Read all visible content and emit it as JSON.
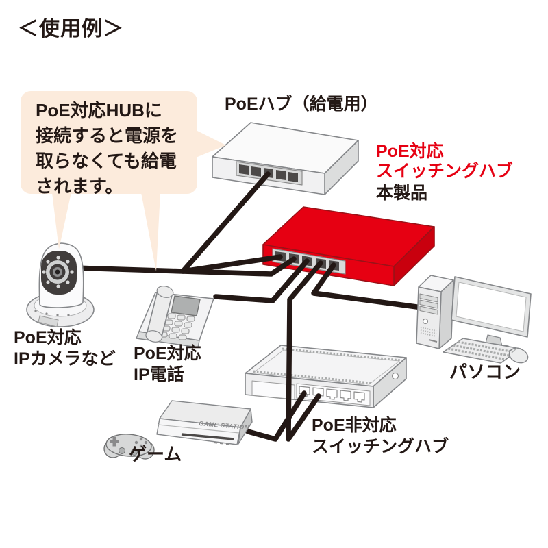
{
  "title": "＜使用例＞",
  "callout": {
    "lines": [
      "PoE対応HUBに",
      "接続すると電源を",
      "取らなくても給電",
      "されます。"
    ]
  },
  "devices": {
    "poe_hub": {
      "label": "PoEハブ（給電用）"
    },
    "product": {
      "label_line1": "PoE対応",
      "label_line2": "スイッチングハブ",
      "label_line3": "本製品"
    },
    "camera": {
      "label_line1": "PoE対応",
      "label_line2": "IPカメラなど"
    },
    "phone": {
      "label_line1": "PoE対応",
      "label_line2": "IP電話"
    },
    "pc": {
      "label": "パソコン"
    },
    "non_poe_hub": {
      "label_line1": "PoE非対応",
      "label_line2": "スイッチングハブ"
    },
    "game_console": {
      "label": "ゲーム",
      "body_text": "GAME STATION"
    }
  },
  "colors": {
    "product_red": "#e60012",
    "accent_text": "#e60012",
    "callout_bg": "#fcebdc",
    "cable": "#231815",
    "text": "#231815"
  }
}
